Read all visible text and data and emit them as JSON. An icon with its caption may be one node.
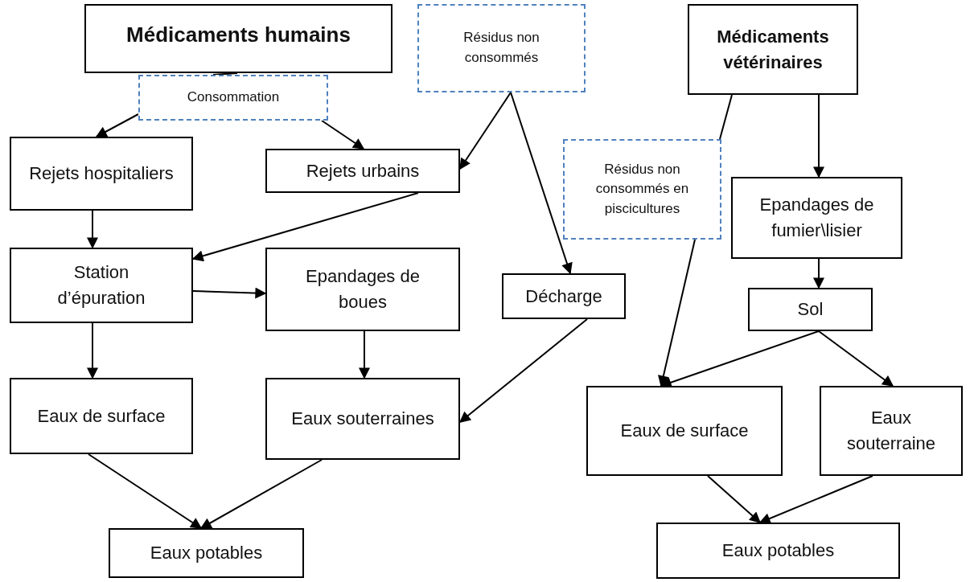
{
  "diagram": {
    "nodes": [
      {
        "text": [
          "Médicaments humains"
        ]
      },
      {
        "text": [
          "Résidus non consommés"
        ]
      },
      {
        "text": [
          "Médicaments vétérinaires"
        ]
      },
      {
        "text": [
          "Consommation"
        ]
      },
      {
        "text": [
          "Rejets hospitaliers"
        ]
      },
      {
        "text": [
          "Rejets urbains"
        ]
      },
      {
        "text": [
          "Résidus non consommés en piscicultures"
        ]
      },
      {
        "text": [
          "Epandages de fumier\\lisier"
        ]
      },
      {
        "text": [
          "Station d’épuration"
        ]
      },
      {
        "text": [
          "Epandages de boues"
        ]
      },
      {
        "text": [
          "Décharge"
        ]
      },
      {
        "text": [
          "Sol"
        ]
      },
      {
        "text": [
          "Eaux de surface"
        ]
      },
      {
        "text": [
          "Eaux souterraines"
        ]
      },
      {
        "text": [
          "Eaux de surface"
        ]
      },
      {
        "text": [
          "Eaux souterraine"
        ]
      },
      {
        "text": [
          "Eaux potables"
        ]
      },
      {
        "text": [
          "Eaux potables"
        ]
      }
    ],
    "edges": [
      {
        "from": 0,
        "to": 3,
        "arrow": "none"
      },
      {
        "from": 3,
        "to": 4,
        "arrow": "to"
      },
      {
        "from": 3,
        "to": 5,
        "arrow": "to"
      },
      {
        "from": 1,
        "to": 5,
        "arrow": "to"
      },
      {
        "from": 1,
        "to": 10,
        "arrow": "to"
      },
      {
        "from": 5,
        "to": 8,
        "arrow": "to"
      },
      {
        "from": 4,
        "to": 8,
        "arrow": "to"
      },
      {
        "from": 8,
        "to": 9,
        "arrow": "to"
      },
      {
        "from": 8,
        "to": 12,
        "arrow": "to"
      },
      {
        "from": 9,
        "to": 13,
        "arrow": "to"
      },
      {
        "from": 10,
        "to": 13,
        "arrow": "to"
      },
      {
        "from": 12,
        "to": 16,
        "arrow": "to"
      },
      {
        "from": 13,
        "to": 16,
        "arrow": "to"
      },
      {
        "from": 2,
        "to": 7,
        "arrow": "to"
      },
      {
        "from": 2,
        "to": 6,
        "arrow": "none"
      },
      {
        "from": 6,
        "to": 14,
        "arrow": "to"
      },
      {
        "from": 7,
        "to": 11,
        "arrow": "to"
      },
      {
        "from": 11,
        "to": 14,
        "arrow": "to"
      },
      {
        "from": 11,
        "to": 15,
        "arrow": "to"
      },
      {
        "from": 14,
        "to": 17,
        "arrow": "to"
      },
      {
        "from": 15,
        "to": 17,
        "arrow": "to"
      }
    ]
  }
}
